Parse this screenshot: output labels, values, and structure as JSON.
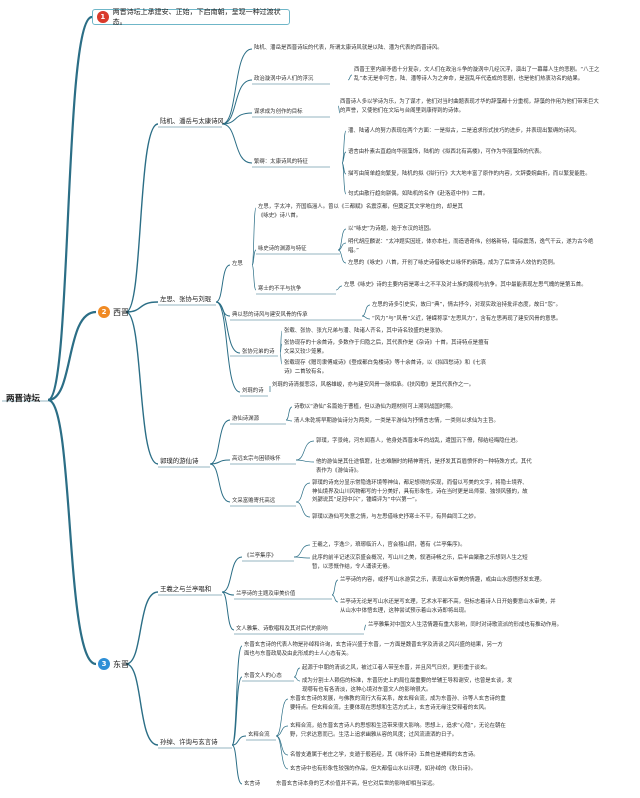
{
  "root": "两晋诗坛",
  "summary": {
    "num": "1",
    "text": "两晋诗坛上承建安、正始，下启南朝，呈现一种过渡状态。"
  },
  "colors": {
    "line": "#2b6e86",
    "badge_red": "#d93a2b",
    "badge_orange": "#f08a24",
    "badge_blue": "#2e8fd6"
  },
  "sections": [
    {
      "num": "2",
      "label": "西晋"
    },
    {
      "num": "3",
      "label": "东晋"
    }
  ],
  "branches": {
    "luopan": "陆机、潘岳与太康诗风",
    "zuosi": "左思、张协与刘琨",
    "guopu": "郭璞的游仙诗",
    "wangxie": "王羲之与兰亭唱和",
    "xuanyan": "孙绰、许询与玄言诗"
  },
  "topics": {
    "lupan_rep": "陆机、潘岳是西晋诗坛的代表，所谓太康诗风就是以陆、潘为代表的西晋诗风。",
    "fuchen": "政治漩涡中诗人们的浮沉",
    "fuchen_d": "西晋王室内部矛盾十分复杂，文人们在政治斗争的漩涡中几经沉浮，演出了一幕幕人生的悲剧。“八王之乱”本无是非可言，陆、潘等诗人为之奔命，是混乱年代造成的悲剧，也是他们热衷功名的结果。",
    "chuangzuo": "谋求成为创作的目标",
    "chuangzuo_d": "西晋诗人多以学诗为乐，为了谋才，他们对当时曲题表现才华的辞藻都十分重视，辞藻的作用为他们带来巨大的声誉，又使他们在文坛与台阁里到康得到的诗体。",
    "fanli": "繁缛：太康诗风的特征",
    "fanli_1": "潘、陆诸人的努力表现在两个方面：一是拟古，二是追求形式技巧的进步，并表现出繁缛的诗风。",
    "fanli_2": "语言由朴素古直趋向华丽藻饰，陆机的《拟西北有高楼》，可作为华丽藻饰的代表。",
    "fanli_3": "描写由简单趋向繁复，陆机的拟《拟行行》大大地丰富了原作的内容，文辞委婉曲折，而以繁复能胜。",
    "fanli_4": "句式由散行趋向骈偶，如陆机的名作《赴洛道中作》二首。",
    "zuosi_name": "左思",
    "zuosi_bio": "左思，字太冲，齐国临淄人。曾以《三都赋》名震京都，但奠定其文学地位的，却是其《咏史》诗八首。",
    "yongshi": "咏史诗的渊源与特征",
    "yongshi_1": "以“咏史”为诗题，始于东汉的班固。",
    "yongshi_2": "明代胡应麟说：“太冲题实因班，体亦本杜，而造语奇伟，创格新特，错综震荡，逸气干云，遂为古今绝唱。”",
    "yongshi_3": "左思的《咏史》八首，开创了咏史诗借咏史以咏怀的新路，成为了后世诗人效仿的范例。",
    "hanshi": "寒士的不平与抗争",
    "hanshi_d": "左思《咏史》诗的主要内容是寒士之不平及对士族的蔑视与抗争。其中最能表现左思气魄的是第五首。",
    "fengli": "典以悲的诗风与建安风骨的传承",
    "fengli_1": "左思的诗多引史实，故曰“典”，情古抒今，对现实政治持批评态度，故曰“怨”。",
    "fengli_2": "“风力”与“风骨”义近，锤嵘称享“左思风力”，含有左思再现了建安风骨的意思。",
    "zhangxie": "张协兄弟的诗",
    "zhangxie_1": "张载、张协、张亢兄弟与潘、陆诸人齐名，其中诗名较盛的是张协。",
    "zhangxie_2": "张协现存的十余首诗，多数作于归隐之后，其代表作是《杂诗》十首。其诗特点是擅有文采又较少笼累。",
    "zhangxie_3": "张载现存《赠司隶傅咸诗》《登成都白兔楼诗》等十余首诗，以《拟四愁诗》和《七哀诗》二首较有名。",
    "liukun": "刘琨的诗",
    "liukun_d": "刘琨的诗清拔悲凉，风格雄峻，亦与建安风骨一脉相承。《扶风歌》是其代表作之一。",
    "youxian_yuan": "游仙诗渊源",
    "youxian_yuan_1": "诗歌以“游仙”名篇始于曹植，但以游仙为题材则可上溯到战国时期。",
    "youxian_yuan_2": "清人朱乾将早期游仙诗分为两类，一类是平游仙为抒情言志情，一类则以求仙为主旨。",
    "hengdun": "高远玄宗与困顿咏怀",
    "hengdun_1": "郭璞，字景纯，河东闻喜人，他身处西晋末年的战乱，遭国沉下僚，郁结经晦隐仕进。",
    "hengdun_2": "他的游仙是其仕途慎窘，壮志难酬时的精神寄托，是抒发其百眉愤怀的一种特殊方式，其代表作为《游仙诗》。",
    "wenca": "文采富赡寄托高远",
    "wenca_1": "郭璞的诗充分显示常隐逸环境等神仙，都足想得的实现，而借以写美的文字，将隐士境界、神仙境界及山川风物都写的十分美好，具有形象性，诗在当时更是出师豪、独领风骚的，故刘勰说其“足冠中兴”，锺嵘评为“中兴第一”。",
    "wenca_2": "郭璞以游仙写失意之情，与左思借咏史抒寒士不平，有异曲同工之妙。",
    "lanting": "《兰亭集序》",
    "lanting_1": "王羲之，字逸少，琅琊临沂人，官会稽山阴，著有《兰亭集序》。",
    "lanting_2": "此序的前半记述汉京盛会概况，写山川之美，叙酒诗畅之乐，后半由聚散之乐想到人生之短暂，以悲慨作结，令人诵读无倦。",
    "lanting_zhu": "兰亭诗的主题及审美价值",
    "lanting_zhu_1": "兰亭诗的内容，或抒写山水游赏之乐，表现山水审美的情趣，或由山水感悟抒发玄理。",
    "lanting_zhu_2": "兰亭诗无论是写山水还是写玄理，艺术水平都不高，但标志着诗人日开始要意山水审美，并从山水中体悟玄理，这种尝试预示着山水诗即将出现。",
    "jihui": "文人雅集、诗歌唱和及其对后代的影响",
    "jihui_d": "兰亭雅集对中国文人生活情趣有重大影响，同时对诗歌流派的形成也有推动作用。",
    "xy_rep": "东晋玄言诗的代表人物是孙绰和许询，玄言诗兴盛于东晋，一方面是魏晋玄学及清谈之风兴盛的结果，另一方面也与东晋政局及由此形成的士人心态有关。",
    "xy_xintai": "东晋文人的心态",
    "xy_xintai_1": "起源于中朝的清谈之风，被过江者人带至东晋，并且风气日炽，更形重于谈玄。",
    "xy_xintai_2": "成为分割士人赖俗的标准，东晋历史上的局位最重要的举辅王导和谢安，也曾是玄谈，发现哪有也有各清淡，这种心境对东晋文人的影响很大。",
    "xy_heliu": "玄释合流",
    "xy_heliu_1": "东晋玄言诗的发展，与佛教的流行大有关系，故玄释合流，成为东晋孙、许等人玄言诗的重要特点。但玄释合流，主要体现在思想和生活方式上，玄言诗无缘注受释者的玄风。",
    "xy_heliu_2": "玄释合流，给东晋玄言诗人的思想和生活带来很大影响。思想上，追求“心隐”，无论在朝在野，只求达意而已。生活上追求幽雅从容的风度；过风流潇洒的日子。",
    "xy_heliu_3": "名僧支遁属于老庄之学，支遁于般若经，其《咏怀诗》五首也是裨释的玄言诗。",
    "xy_heliu_4": "玄言诗中也有形象性较强的作品，但大都借山水以评理，如孙绰的《秋日诗》。",
    "xy_shi": "玄言诗",
    "xy_shi_d": "东晋玄言诗本身的艺术价值并不高，但它对后世的影响却相当深远。"
  }
}
